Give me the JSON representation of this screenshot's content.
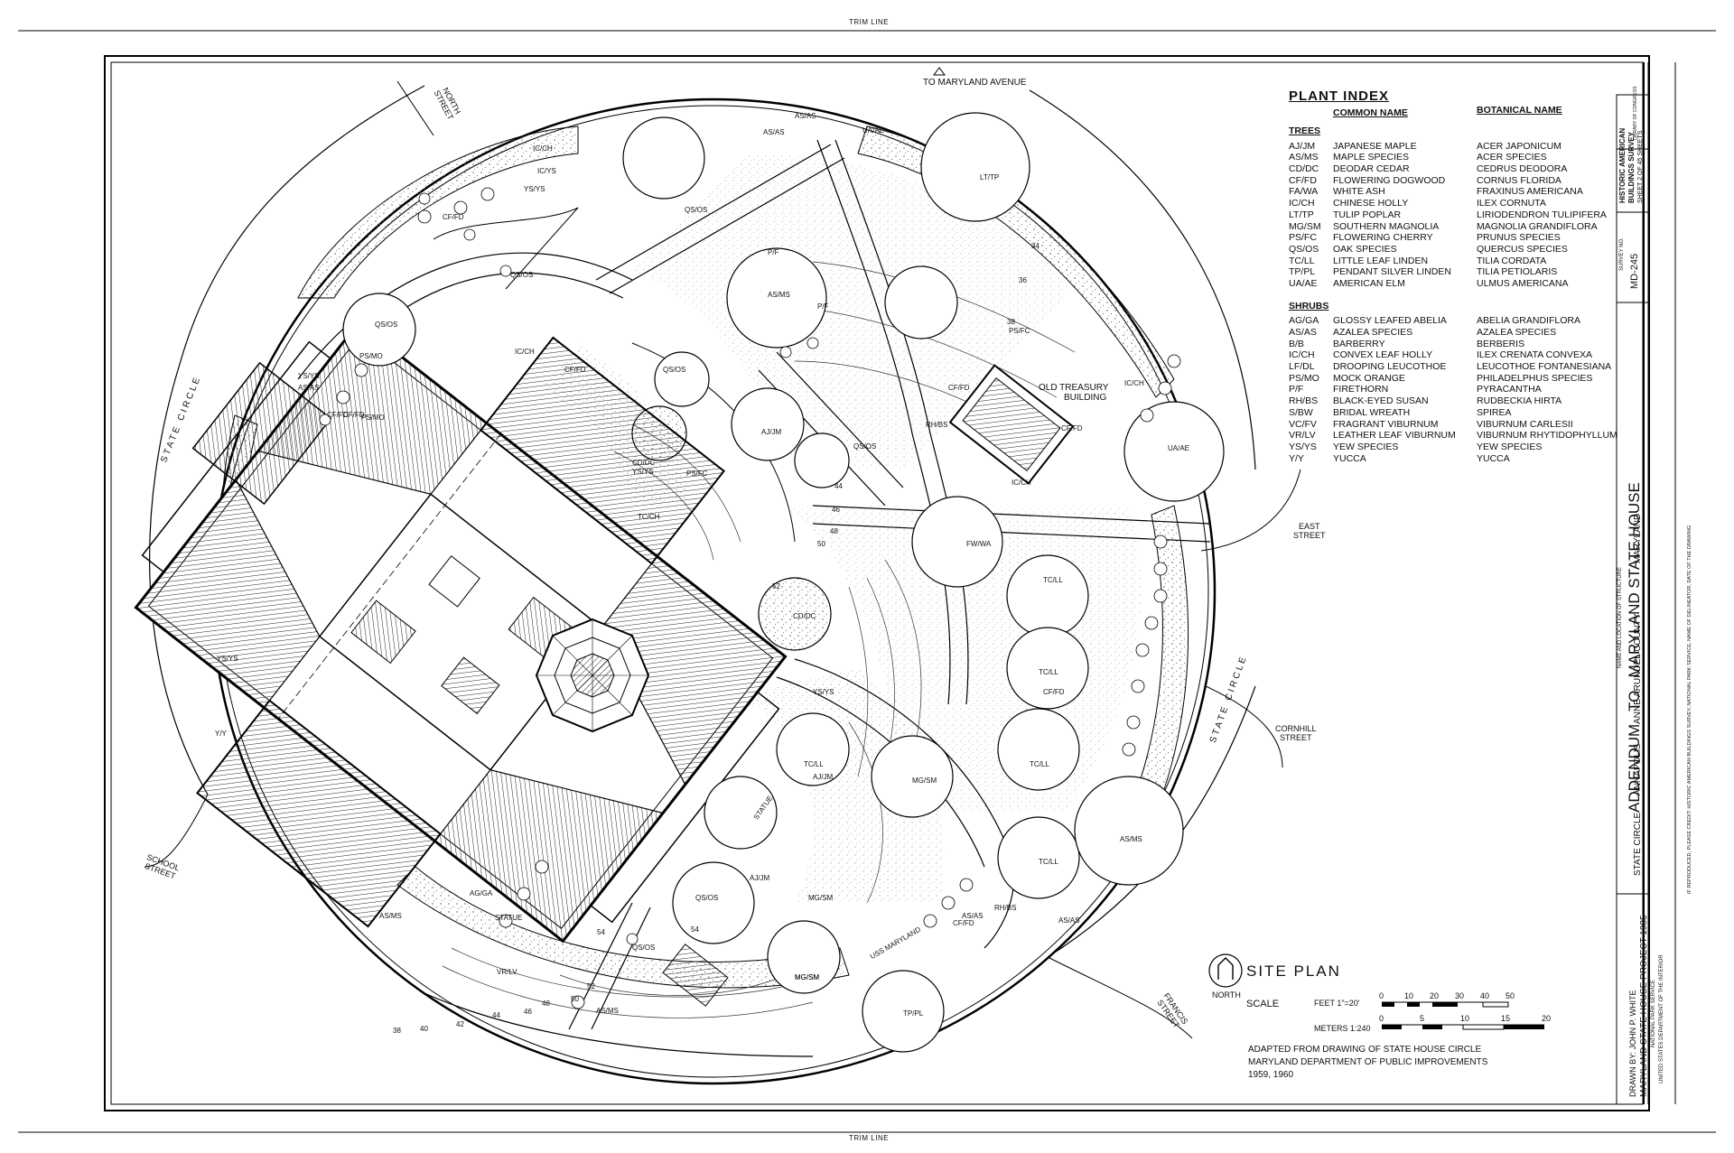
{
  "trim_line": "TRIM LINE",
  "maryland_avenue": "TO MARYLAND AVENUE",
  "streets": {
    "north": [
      "NORTH",
      "STREET"
    ],
    "east": [
      "EAST",
      "STREET"
    ],
    "cornhill": [
      "CORNHILL",
      "STREET"
    ],
    "school": [
      "SCHOOL",
      "STREET"
    ],
    "francis": [
      "FRANCIS",
      "STREET"
    ],
    "state_circle_left": "S T A T E   C I R C L E",
    "state_circle_right": "S T A T E   C I R C L E"
  },
  "buildings": {
    "old_treasury": [
      "OLD TREASURY",
      "BUILDING"
    ],
    "statue": "STATUE",
    "statue2": "STATUE",
    "uss_maryland": "USS MARYLAND"
  },
  "north_label": "NORTH",
  "plant_index": {
    "title": "PLANT INDEX",
    "common_header": "COMMON NAME",
    "botanical_header": "BOTANICAL NAME",
    "trees_header": "TREES",
    "trees": [
      {
        "code": "AJ/JM",
        "common": "JAPANESE MAPLE",
        "botanical": "ACER JAPONICUM"
      },
      {
        "code": "AS/MS",
        "common": "MAPLE SPECIES",
        "botanical": "ACER SPECIES"
      },
      {
        "code": "CD/DC",
        "common": "DEODAR CEDAR",
        "botanical": "CEDRUS DEODORA"
      },
      {
        "code": "CF/FD",
        "common": "FLOWERING DOGWOOD",
        "botanical": "CORNUS FLORIDA"
      },
      {
        "code": "FA/WA",
        "common": "WHITE ASH",
        "botanical": "FRAXINUS AMERICANA"
      },
      {
        "code": "IC/CH",
        "common": "CHINESE HOLLY",
        "botanical": "ILEX CORNUTA"
      },
      {
        "code": "LT/TP",
        "common": "TULIP POPLAR",
        "botanical": "LIRIODENDRON TULIPIFERA"
      },
      {
        "code": "MG/SM",
        "common": "SOUTHERN MAGNOLIA",
        "botanical": "MAGNOLIA GRANDIFLORA"
      },
      {
        "code": "PS/FC",
        "common": "FLOWERING CHERRY",
        "botanical": "PRUNUS SPECIES"
      },
      {
        "code": "QS/OS",
        "common": "OAK SPECIES",
        "botanical": "QUERCUS SPECIES"
      },
      {
        "code": "TC/LL",
        "common": "LITTLE LEAF LINDEN",
        "botanical": "TILIA CORDATA"
      },
      {
        "code": "TP/PL",
        "common": "PENDANT SILVER LINDEN",
        "botanical": "TILIA PETIOLARIS"
      },
      {
        "code": "UA/AE",
        "common": "AMERICAN ELM",
        "botanical": "ULMUS AMERICANA"
      }
    ],
    "shrubs_header": "SHRUBS",
    "shrubs": [
      {
        "code": "AG/GA",
        "common": "GLOSSY LEAFED ABELIA",
        "botanical": "ABELIA GRANDIFLORA"
      },
      {
        "code": "AS/AS",
        "common": "AZALEA SPECIES",
        "botanical": "AZALEA SPECIES"
      },
      {
        "code": "B/B",
        "common": "BARBERRY",
        "botanical": "BERBERIS"
      },
      {
        "code": "IC/CH",
        "common": "CONVEX LEAF HOLLY",
        "botanical": "ILEX CRENATA CONVEXA"
      },
      {
        "code": "LF/DL",
        "common": "DROOPING LEUCOTHOE",
        "botanical": "LEUCOTHOE FONTANESIANA"
      },
      {
        "code": "PS/MO",
        "common": "MOCK ORANGE",
        "botanical": "PHILADELPHUS SPECIES"
      },
      {
        "code": "P/F",
        "common": "FIRETHORN",
        "botanical": "PYRACANTHA"
      },
      {
        "code": "RH/BS",
        "common": "BLACK-EYED SUSAN",
        "botanical": "RUDBECKIA HIRTA"
      },
      {
        "code": "S/BW",
        "common": "BRIDAL WREATH",
        "botanical": "SPIREA"
      },
      {
        "code": "VC/FV",
        "common": "FRAGRANT VIBURNUM",
        "botanical": "VIBURNUM CARLESII"
      },
      {
        "code": "VR/LV",
        "common": "LEATHER LEAF VIBURNUM",
        "botanical": "VIBURNUM RHYTIDOPHYLLUM"
      },
      {
        "code": "YS/YS",
        "common": "YEW SPECIES",
        "botanical": "YEW SPECIES"
      },
      {
        "code": "Y/Y",
        "common": "YUCCA",
        "botanical": "YUCCA"
      }
    ]
  },
  "site_plan": {
    "title": "SITE PLAN",
    "scale_label": "SCALE",
    "feet_label": "FEET 1\"=20'",
    "feet_ticks": [
      "0",
      "10",
      "20",
      "30",
      "40",
      "50"
    ],
    "meters_label": "METERS 1:240",
    "meters_ticks": [
      "0",
      "5",
      "10",
      "15",
      "20"
    ],
    "adapted": [
      "ADAPTED FROM DRAWING OF STATE HOUSE CIRCLE",
      "MARYLAND DEPARTMENT OF PUBLIC IMPROVEMENTS",
      "1959, 1960"
    ]
  },
  "title_block": {
    "drawn_by": "DRAWN BY: JOHN P. WHITE",
    "project": "MARYLAND STATE HOUSE PROJECT 1985",
    "agency1": "NATIONAL PARK SERVICE",
    "agency2": "UNITED STATES DEPARTMENT OF THE INTERIOR",
    "name_location_label": "NAME AND LOCATION OF STRUCTURE",
    "main_title": "ADDENDUM   TO   MARYLAND STATE HOUSE",
    "location": "STATE CIRCLE       ANNAPOLIS        ANNE ARUNDEL COUNTY                    MARYLAND",
    "credit": "IF REPRODUCED, PLEASE CREDIT: HISTORIC AMERICAN BUILDINGS SURVEY, NATIONAL PARK SERVICE, NAME OF DELINEATOR, DATE OF THE DRAWING",
    "survey_no_label": "SURVEY NO.",
    "survey_no": "MD-245",
    "habs1": "HISTORIC AMERICAN",
    "habs2": "BUILDINGS SURVEY",
    "sheet": "SHEET  2  OF  45  SHEETS",
    "library": "LIBRARY OF CONGRESS"
  },
  "plant_labels": [
    "UA/AE",
    "AS/AS",
    "AS/AS",
    "IC/CH",
    "IC/YS",
    "YS/YS",
    "CF/FD",
    "QS/OS",
    "LT/TP",
    "QS/OS",
    "QS/OS",
    "P/F",
    "AS/MS",
    "P/F",
    "IC/CH",
    "YS/YS",
    "PS/MO",
    "AS/AS",
    "CF/FD",
    "PS/MO",
    "CF/FD",
    "QS/OS",
    "AJ/JM",
    "QS/OS",
    "PS/FC",
    "CD/DC",
    "YS/YS",
    "TC/CH",
    "PS/FC",
    "CF/FD",
    "RH/BS",
    "IC/CH",
    "UA/AE",
    "CF/FD",
    "FW/WA",
    "TC/LL",
    "CD/DC",
    "TC/LL",
    "YS/YS",
    "CF/FD",
    "TC/LL",
    "AJ/JM",
    "MG/SM",
    "TC/LL",
    "QS/OS",
    "AJ/JM",
    "AS/MS",
    "TC/LL",
    "MG/SM",
    "AS/AS",
    "AS/MS",
    "QS/OS",
    "MG/SM",
    "AS/MS",
    "TP/PL",
    "MG/SM",
    "IC/CH",
    "AS/AS",
    "RH/BS",
    "CF/FD",
    "VR/LV",
    "AG/GA",
    "YS/YS",
    "Y/Y",
    "CF/FD"
  ],
  "contours": [
    "34",
    "36",
    "38",
    "44",
    "46",
    "48",
    "50",
    "52",
    "54",
    "54",
    "52",
    "50",
    "48",
    "46",
    "44",
    "42",
    "40",
    "38"
  ]
}
